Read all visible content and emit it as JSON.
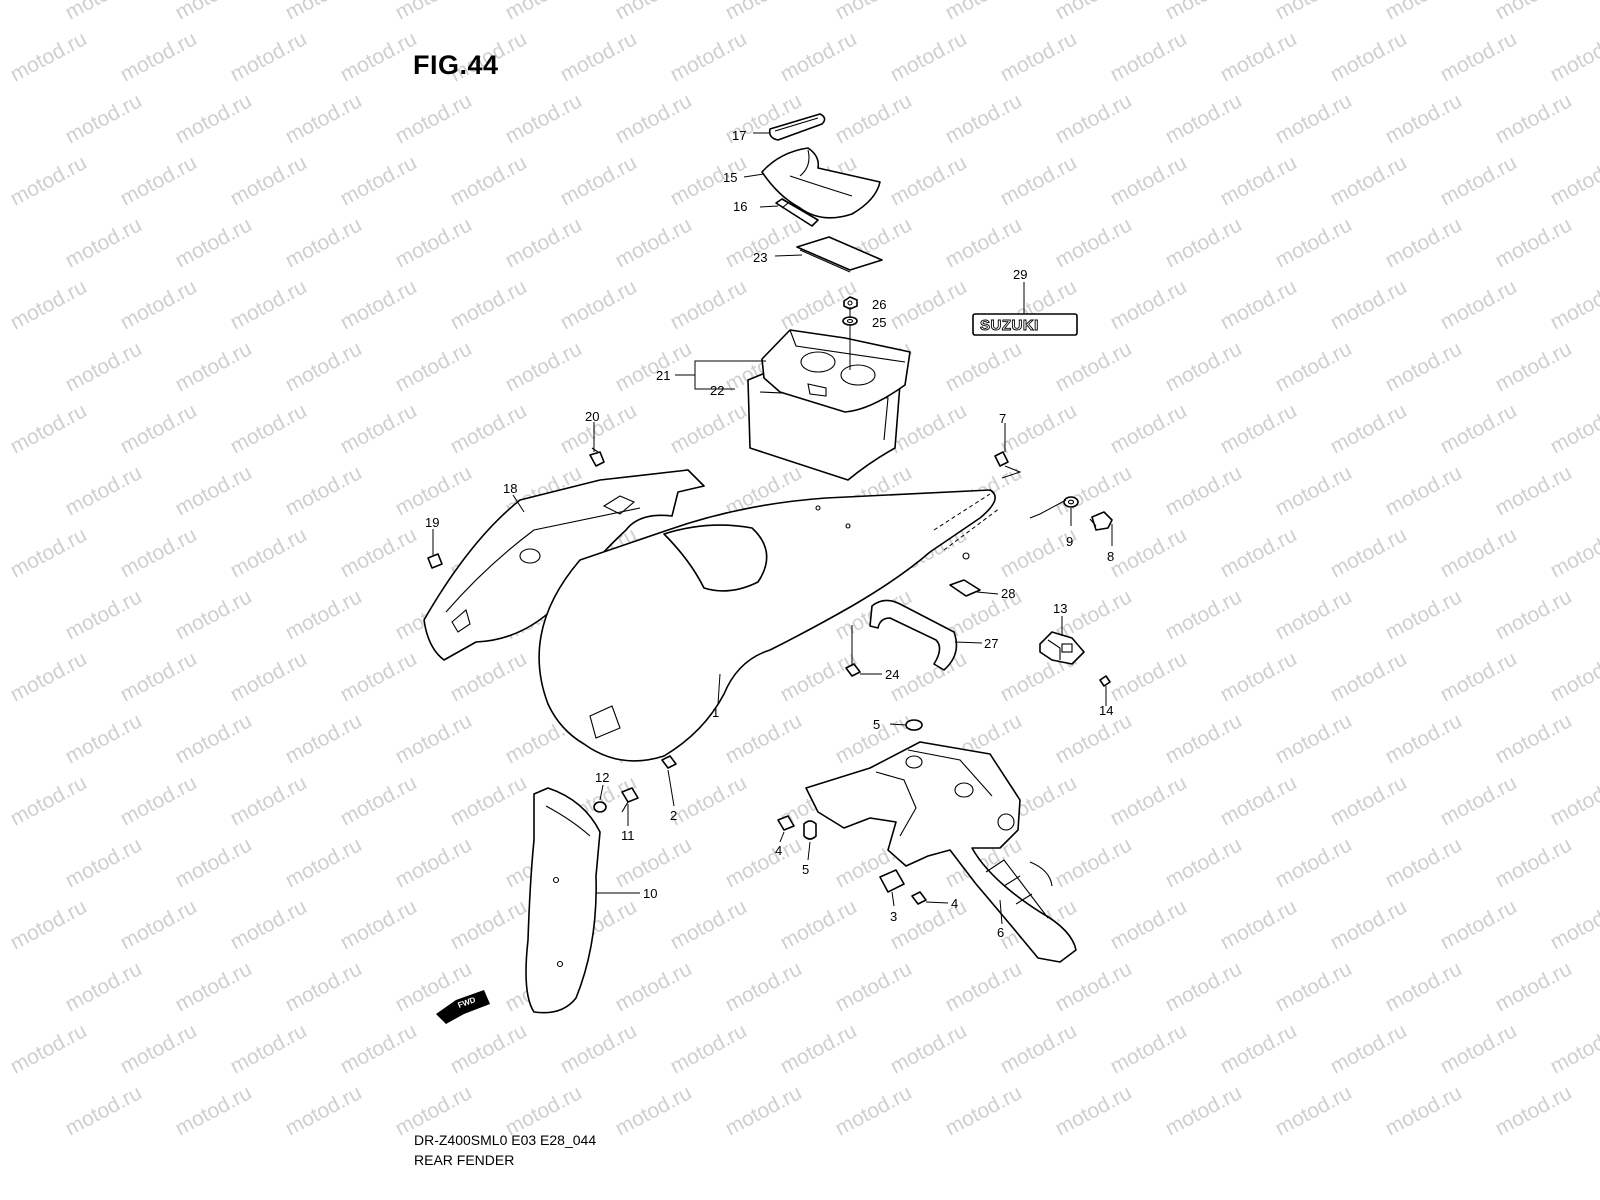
{
  "figure_title": "FIG.44",
  "model_code": "DR-Z400SML0 E03 E28_044",
  "diagram_name": "REAR FENDER",
  "watermark": "motod.ru",
  "logo_text": "SUZUKI",
  "direction_arrow_text": "FWD",
  "callouts": {
    "p1": "1",
    "p2": "2",
    "p3": "3",
    "p4a": "4",
    "p4b": "4",
    "p5a": "5",
    "p5b": "5",
    "p6": "6",
    "p7": "7",
    "p8": "8",
    "p9": "9",
    "p10": "10",
    "p11": "11",
    "p12": "12",
    "p13": "13",
    "p14": "14",
    "p15": "15",
    "p16": "16",
    "p17": "17",
    "p18": "18",
    "p19": "19",
    "p20": "20",
    "p21": "21",
    "p22": "22",
    "p23": "23",
    "p24": "24",
    "p25": "25",
    "p26": "26",
    "p27": "27",
    "p28": "28",
    "p29": "29"
  }
}
